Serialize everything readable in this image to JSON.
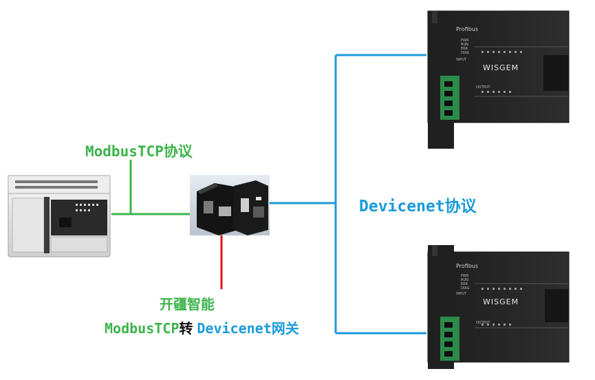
{
  "diagram": {
    "left_protocol_label": "ModbusTCP协议",
    "right_protocol_label": "Devicenet协议",
    "vendor_label": "开疆智能",
    "gateway_label_part1": "ModbusTCP",
    "gateway_label_part2": "转",
    "gateway_label_part3": "Devicenet网关",
    "module_brand": "WISGEM",
    "module_tag": "Profibus",
    "module_status_leds": [
      "PWR",
      "RUN",
      "ERR",
      "DIAG"
    ],
    "module_input_label": "INPUT",
    "module_output_label": "OUTPUT",
    "colors": {
      "modbus_line": "#3cb44b",
      "devicenet_line": "#1a9ad9",
      "power_line": "#e0141e"
    }
  }
}
